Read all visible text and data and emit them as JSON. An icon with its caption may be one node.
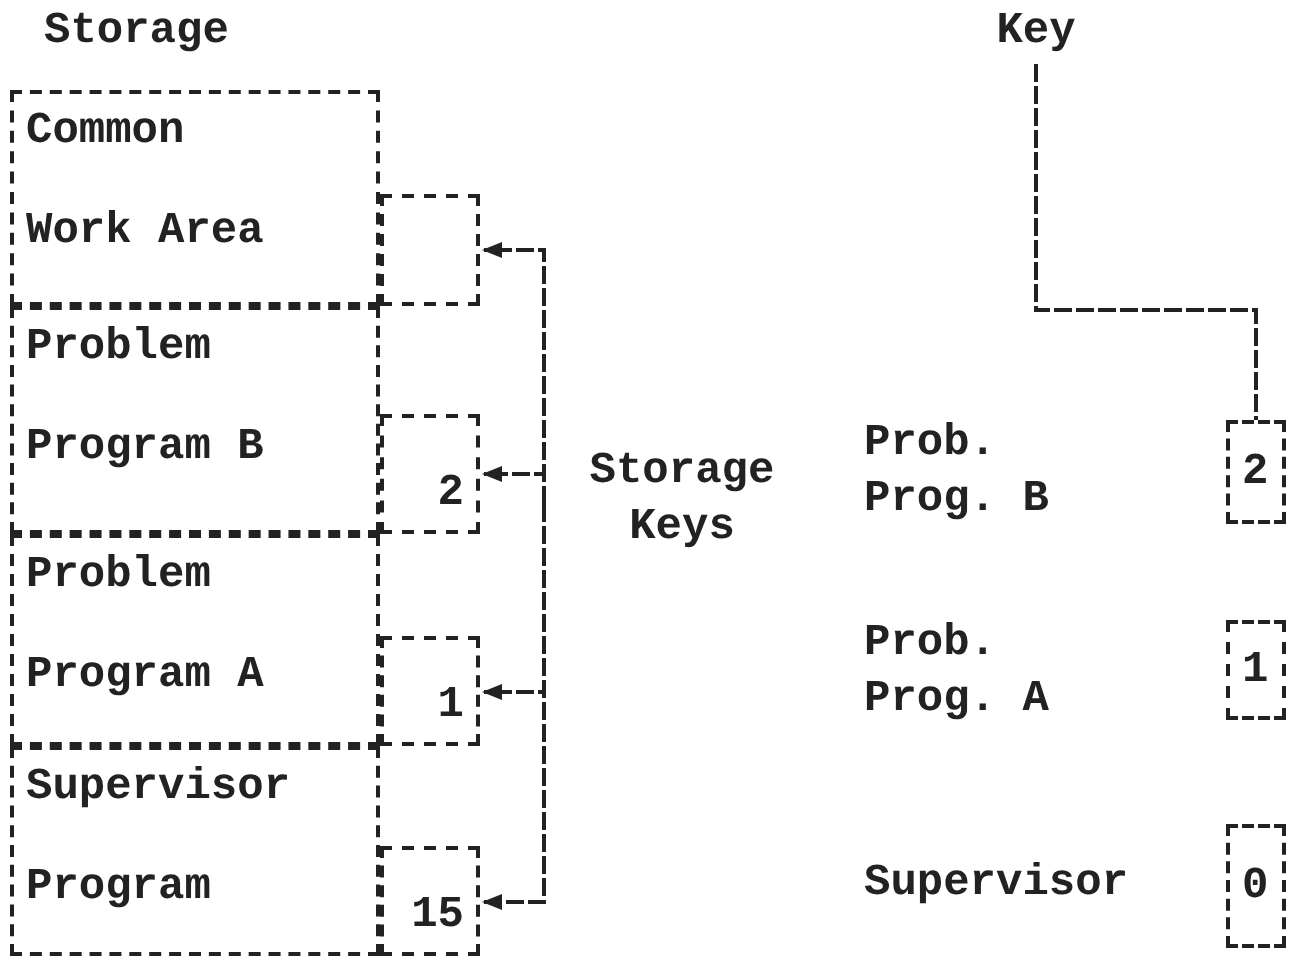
{
  "diagram": {
    "nodes": [
      {
        "text": [
          "Common Work Area"
        ]
      },
      {
        "text": [],
        "shape": "box"
      },
      {
        "text": [
          "Problem Program B"
        ]
      },
      {
        "text": [
          "2"
        ]
      },
      {
        "text": [
          "Problem Program A"
        ]
      },
      {
        "text": [
          "1"
        ]
      },
      {
        "text": [
          "Supervisor Program"
        ]
      },
      {
        "text": [
          "15"
        ]
      },
      {
        "text": [
          "Storage Keys"
        ]
      },
      {
        "text": [
          "Key"
        ]
      },
      {
        "text": [
          "2"
        ]
      },
      {
        "text": [
          "1"
        ]
      },
      {
        "text": [
          "0"
        ]
      }
    ],
    "edges": [
      {
        "from": 8,
        "to": 1,
        "arrow": "to"
      },
      {
        "from": 8,
        "to": 3,
        "arrow": "to"
      },
      {
        "from": 8,
        "to": 5,
        "arrow": "to"
      },
      {
        "from": 8,
        "to": 7,
        "arrow": "to"
      },
      {
        "from": 9,
        "to": 10,
        "arrow": "none"
      }
    ],
    "labels": [
      "Storage",
      "Prob. Prog. B",
      "Prob. Prog. A",
      "Supervisor"
    ]
  }
}
